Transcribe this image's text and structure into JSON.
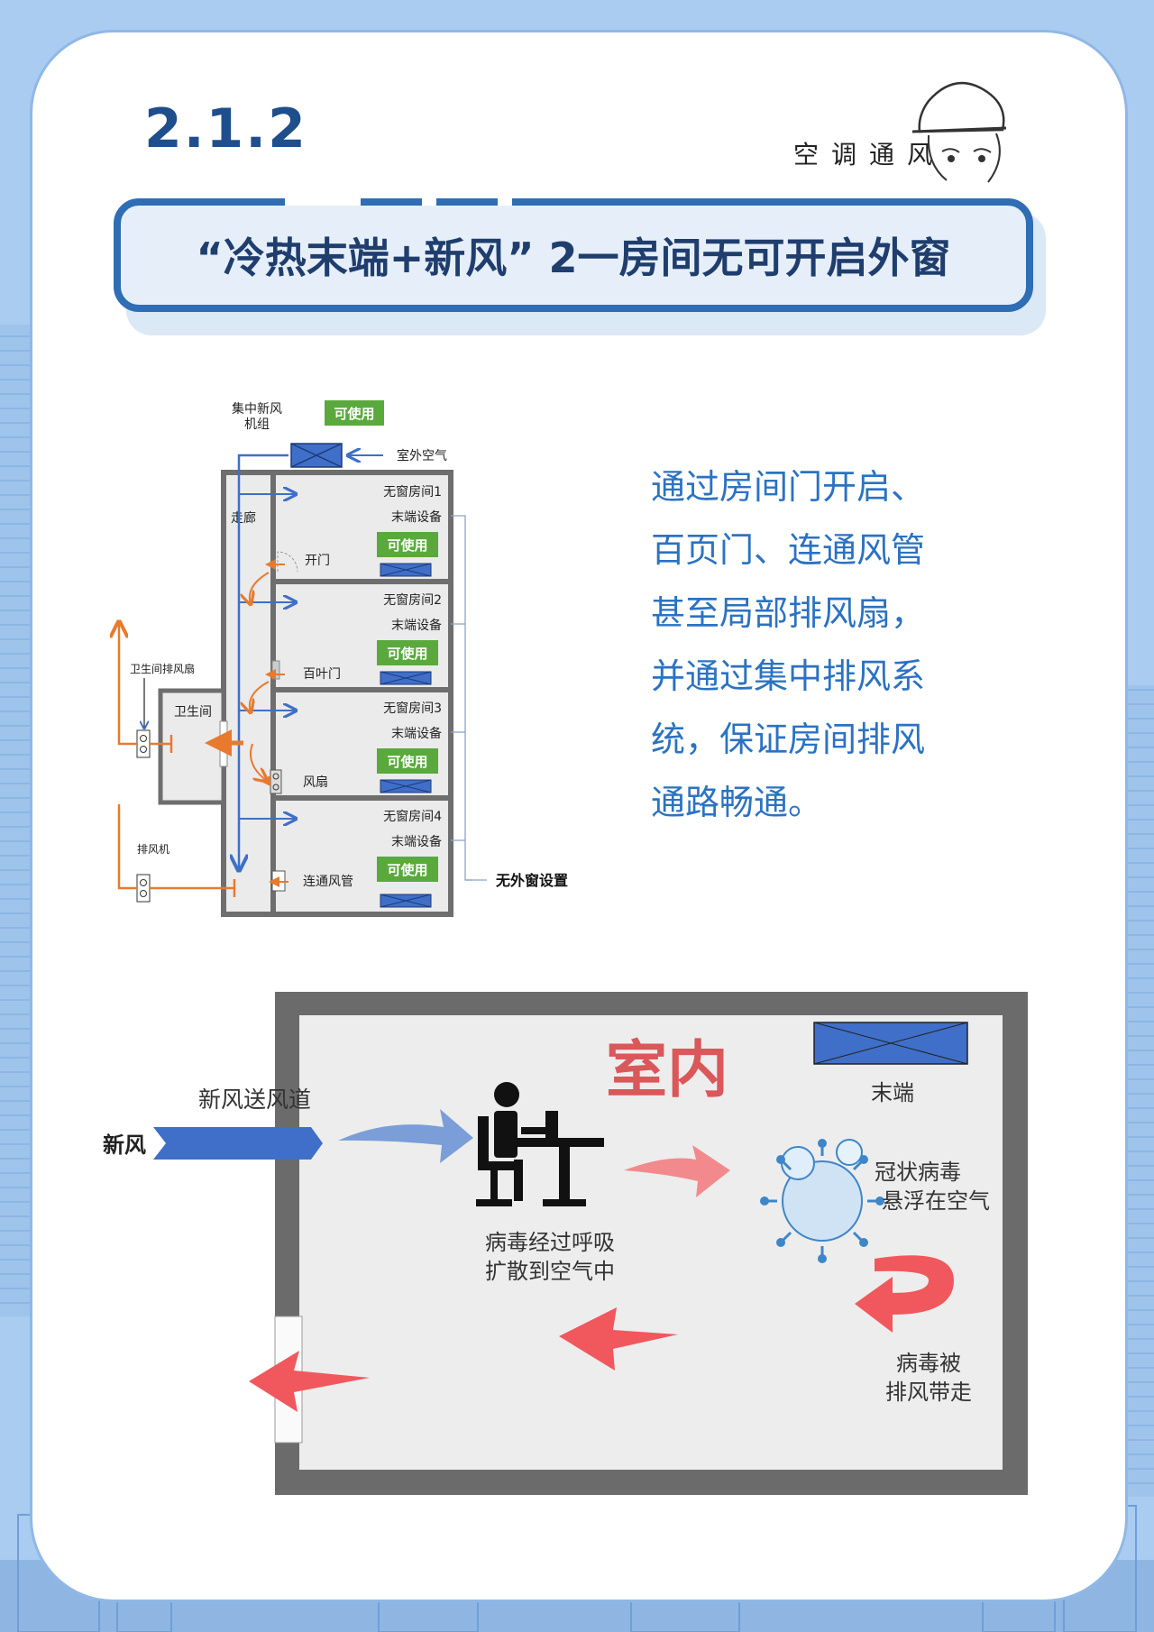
{
  "section": {
    "number": "2.1.2"
  },
  "logo": {
    "text": "空调通风"
  },
  "title": {
    "text": "“冷热末端+新风” 2一房间无可开启外窗"
  },
  "floor_plan": {
    "unit_label_1": "集中新风",
    "unit_label_2": "机组",
    "available_badge": "可使用",
    "outdoor_air": "室外空气",
    "corridor": "走廊",
    "rooms": [
      {
        "name": "无窗房间1",
        "device": "末端设备",
        "badge": "可使用",
        "opening": "开门"
      },
      {
        "name": "无窗房间2",
        "device": "末端设备",
        "badge": "可使用",
        "opening": "百叶门"
      },
      {
        "name": "无窗房间3",
        "device": "末端设备",
        "badge": "可使用",
        "opening": "风扇"
      },
      {
        "name": "无窗房间4",
        "device": "末端设备",
        "badge": "可使用",
        "opening": "连通风管"
      }
    ],
    "toilet_fan": "卫生间排风扇",
    "toilet": "卫生间",
    "exhaust_fan": "排风机",
    "no_window": "无外窗设置"
  },
  "description": {
    "lines": [
      "通过房间门开启、",
      "百页门、连通风管",
      "甚至局部排风扇，",
      "并通过集中排风系",
      "统，保证房间排风",
      "通路畅通。"
    ]
  },
  "room_diagram": {
    "indoor": "室内",
    "terminal": "末端",
    "supply_duct": "新风送风道",
    "fresh_air": "新风",
    "virus_spread_1": "病毒经过呼吸",
    "virus_spread_2": "扩散到空气中",
    "virus_float_1": "冠状病毒",
    "virus_float_2": "悬浮在空气",
    "virus_removed_1": "病毒被",
    "virus_removed_2": "排风带走"
  },
  "colors": {
    "background": "#a9ccf0",
    "title_border": "#2f6db5",
    "title_text": "#1f3e6e",
    "body_text": "#2b72c2",
    "badge_green": "#5aa93c",
    "duct_blue": "#3f6fc8",
    "exhaust_orange": "#e77a2e",
    "arrow_red": "#f0585e",
    "indoor_red": "#d9474b"
  }
}
